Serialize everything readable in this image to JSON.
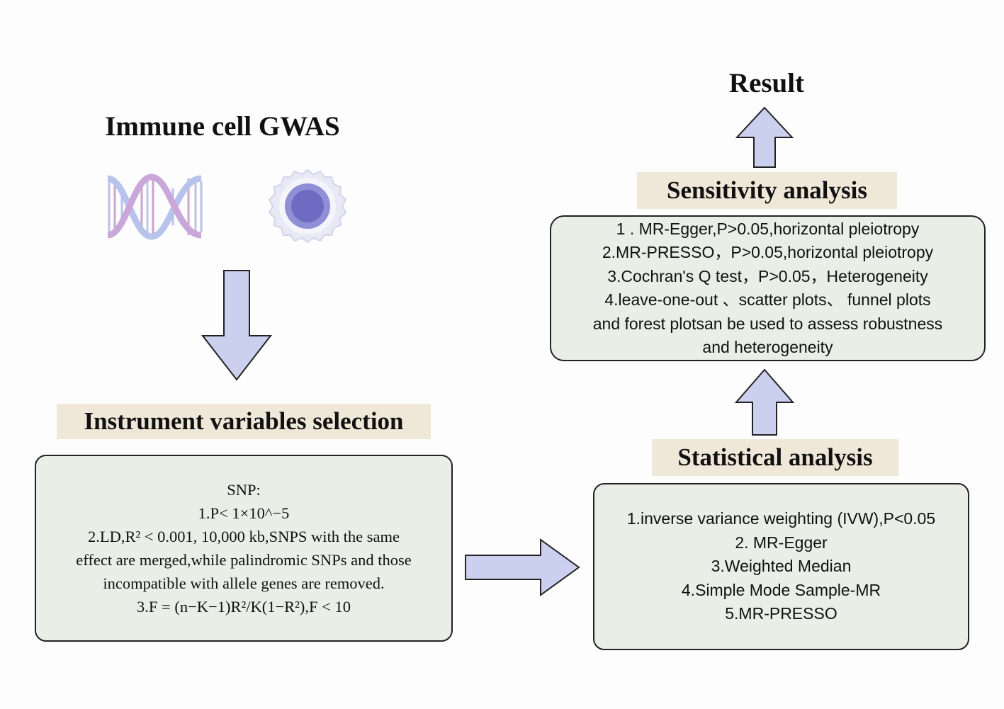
{
  "colors": {
    "arrow_fill": "#ccd0ef",
    "arrow_stroke": "#222222",
    "box_fill": "#e9efe7",
    "label_bg": "#efe8d9"
  },
  "source": {
    "title": "Immune cell GWAS",
    "icons": [
      "dna-icon",
      "immune-cell-icon"
    ]
  },
  "instrument": {
    "title": "Instrument variables selection",
    "lines": [
      "SNP:",
      "1.P< 1×10^−5",
      "2.LD,R² < 0.001, 10,000 kb,SNPS with the same",
      "effect are merged,while palindromic SNPs and those",
      "incompatible with allele genes are removed.",
      "3.F = (n−K−1)R²/K(1−R²),F < 10"
    ]
  },
  "statistical": {
    "title": "Statistical analysis",
    "lines": [
      "1.inverse variance weighting (IVW),P<0.05",
      "2. MR-Egger",
      "3.Weighted Median",
      "4.Simple Mode Sample-MR",
      "5.MR-PRESSO"
    ]
  },
  "sensitivity": {
    "title": "Sensitivity analysis",
    "lines": [
      "1 . MR-Egger,P>0.05,horizontal pleiotropy",
      "2.MR-PRESSO，P>0.05,horizontal pleiotropy",
      "3.Cochran's Q test，P>0.05，Heterogeneity",
      "4.leave-one-out 、scatter plots、 funnel plots",
      "and forest plotsan be used to assess robustness",
      "and heterogeneity"
    ]
  },
  "result": {
    "title": "Result"
  }
}
